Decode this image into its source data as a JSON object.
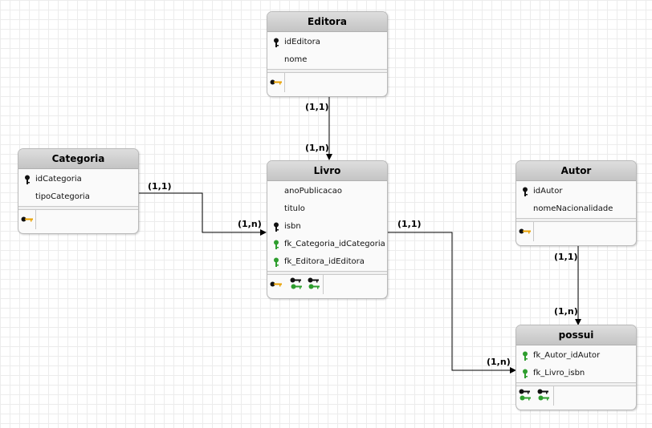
{
  "entities": {
    "editora": {
      "title": "Editora",
      "attributes": [
        "idEditora",
        "nome"
      ]
    },
    "categoria": {
      "title": "Categoria",
      "attributes": [
        "idCategoria",
        "tipoCategoria"
      ]
    },
    "livro": {
      "title": "Livro",
      "attributes": [
        "anoPublicacao",
        "titulo",
        "isbn",
        "fk_Categoria_idCategoria",
        "fk_Editora_idEditora"
      ]
    },
    "autor": {
      "title": "Autor",
      "attributes": [
        "idAutor",
        "nomeNacionalidade"
      ]
    },
    "possui": {
      "title": "possui",
      "attributes": [
        "fk_Autor_idAutor",
        "fk_Livro_isbn"
      ]
    }
  },
  "cardinalities": {
    "editora_side": "(1,1)",
    "livro_editora_side": "(1,n)",
    "categoria_side": "(1,1)",
    "livro_categoria_side": "(1,n)",
    "livro_possui_side": "(1,1)",
    "possui_livro_side": "(1,n)",
    "autor_side": "(1,1)",
    "possui_autor_side": "(1,n)"
  },
  "colors": {
    "key_black": "#111111",
    "key_gold": "#e8a000",
    "key_green": "#2e9e2e",
    "line": "#000000"
  }
}
